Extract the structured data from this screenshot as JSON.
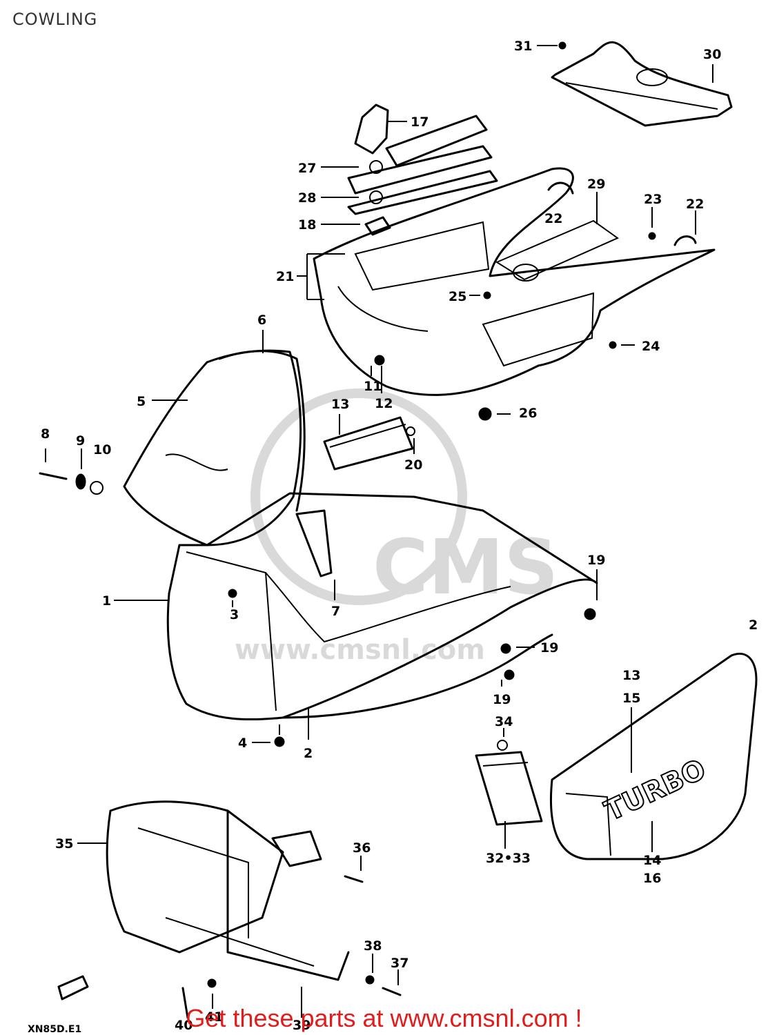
{
  "title": "COWLING",
  "watermark": {
    "text": "CMS",
    "url": "www.cmsnl.com"
  },
  "turbo_decal": "TURBO",
  "diagram_code": "XN85D.E1",
  "footer": "Get these parts at www.cmsnl.com !",
  "callouts": [
    {
      "id": "c31",
      "text": "31"
    },
    {
      "id": "c30",
      "text": "30"
    },
    {
      "id": "c17",
      "text": "17"
    },
    {
      "id": "c27",
      "text": "27"
    },
    {
      "id": "c29",
      "text": "29"
    },
    {
      "id": "c28",
      "text": "28"
    },
    {
      "id": "c23",
      "text": "23"
    },
    {
      "id": "c22a",
      "text": "22"
    },
    {
      "id": "c22b",
      "text": "22"
    },
    {
      "id": "c18",
      "text": "18"
    },
    {
      "id": "c21",
      "text": "21"
    },
    {
      "id": "c25",
      "text": "25"
    },
    {
      "id": "c6",
      "text": "6"
    },
    {
      "id": "c24",
      "text": "24"
    },
    {
      "id": "c5",
      "text": "5"
    },
    {
      "id": "c11",
      "text": "11"
    },
    {
      "id": "c12",
      "text": "12"
    },
    {
      "id": "c26",
      "text": "26"
    },
    {
      "id": "c13a",
      "text": "13"
    },
    {
      "id": "c8",
      "text": "8"
    },
    {
      "id": "c9",
      "text": "9"
    },
    {
      "id": "c10",
      "text": "10"
    },
    {
      "id": "c20",
      "text": "20"
    },
    {
      "id": "c19a",
      "text": "19"
    },
    {
      "id": "c1",
      "text": "1"
    },
    {
      "id": "c3",
      "text": "3"
    },
    {
      "id": "c7",
      "text": "7"
    },
    {
      "id": "c19b",
      "text": "19"
    },
    {
      "id": "c19c",
      "text": "19"
    },
    {
      "id": "c2r",
      "text": "2"
    },
    {
      "id": "c13b",
      "text": "13"
    },
    {
      "id": "c15",
      "text": "15"
    },
    {
      "id": "c4",
      "text": "4"
    },
    {
      "id": "c2",
      "text": "2"
    },
    {
      "id": "c34",
      "text": "34"
    },
    {
      "id": "c35",
      "text": "35"
    },
    {
      "id": "c36",
      "text": "36"
    },
    {
      "id": "c3233",
      "text": "32•33"
    },
    {
      "id": "c14",
      "text": "14"
    },
    {
      "id": "c16",
      "text": "16"
    },
    {
      "id": "c38",
      "text": "38"
    },
    {
      "id": "c37",
      "text": "37"
    },
    {
      "id": "c40",
      "text": "40"
    },
    {
      "id": "c41",
      "text": "41"
    },
    {
      "id": "c39",
      "text": "39"
    }
  ]
}
